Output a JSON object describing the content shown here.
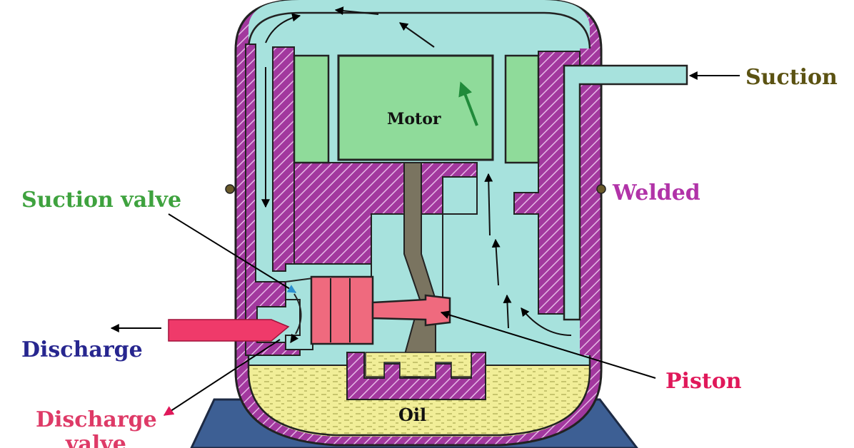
{
  "labels": {
    "suction": "Suction",
    "motor": "Motor",
    "welded": "Welded",
    "suction_valve": "Suction valve",
    "discharge": "Discharge",
    "discharge_valve_line1": "Discharge",
    "discharge_valve_line2": "valve",
    "piston": "Piston",
    "oil": "Oil"
  },
  "colors": {
    "shell_fill": "#a7e2dd",
    "wall_purple": "#a2389e",
    "motor_green": "#8fdb9a",
    "oil_yellow": "#f1ee98",
    "piston_pink": "#ef6a7e",
    "base_blue": "#3d5f94",
    "shaft_gray": "#7a7460",
    "label_olive": "#5b5212",
    "label_green": "#3ea23e",
    "label_purple": "#b133a8",
    "label_navy": "#27268f",
    "label_pink": "#de3a67",
    "label_red": "#e0185a",
    "arrow_green": "#208a3a"
  }
}
